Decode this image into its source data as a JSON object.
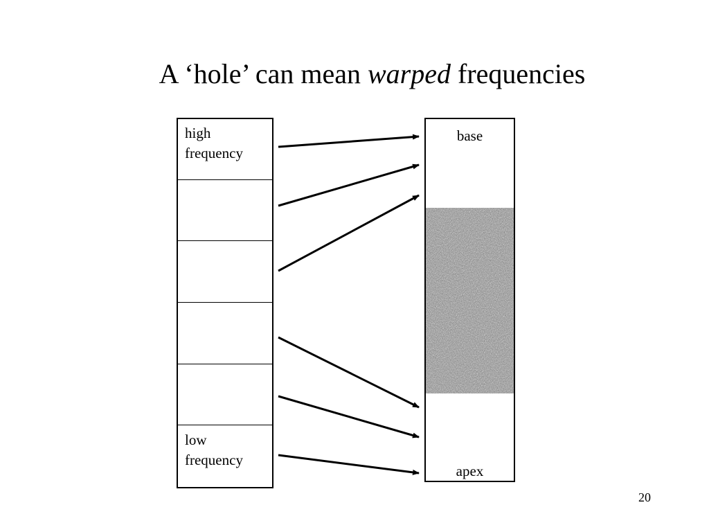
{
  "title": {
    "prefix": "A ‘hole’ can mean ",
    "emphasis": "warped",
    "suffix": " frequencies"
  },
  "left_column": {
    "bands": [
      {
        "label": "high\nfrequency"
      },
      {
        "label": ""
      },
      {
        "label": ""
      },
      {
        "label": ""
      },
      {
        "label": ""
      },
      {
        "label": "low\nfrequency"
      }
    ]
  },
  "right_column": {
    "top_label": "base",
    "bottom_label": "apex",
    "hole_color": "#8c8c8c"
  },
  "arrow_mapping": [
    {
      "from_band": 1,
      "to": "base"
    },
    {
      "from_band": 2,
      "to": "base"
    },
    {
      "from_band": 3,
      "to": "base"
    },
    {
      "from_band": 4,
      "to": "apex"
    },
    {
      "from_band": 5,
      "to": "apex"
    },
    {
      "from_band": 6,
      "to": "apex"
    }
  ],
  "page_number": "20"
}
